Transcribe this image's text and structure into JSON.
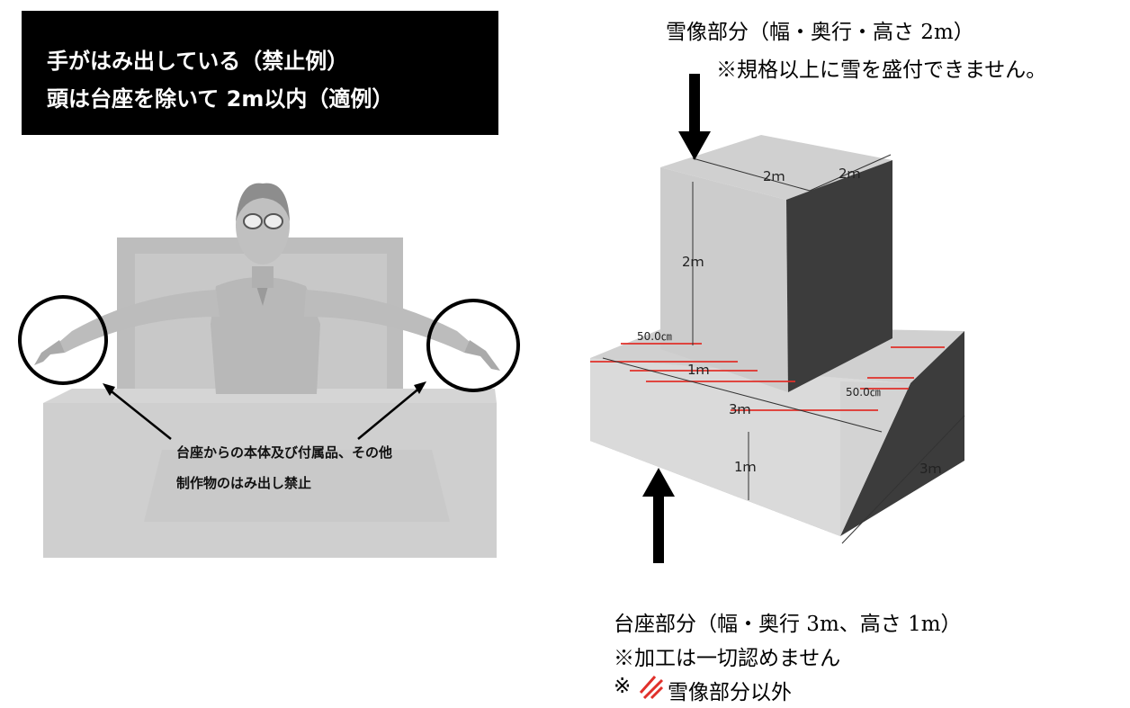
{
  "warning_box": {
    "line1": "手がはみ出している（禁止例）",
    "line2": "頭は台座を除いて 2m以内（適例）"
  },
  "left_figure": {
    "callout_line1": "台座からの本体及び付属品、その他",
    "callout_line2": "制作物のはみ出し禁止"
  },
  "snow_section": {
    "title": "雪像部分（幅・奥行・高さ 2m）",
    "note": "※規格以上に雪を盛付できません。"
  },
  "pedestal_section": {
    "title": "台座部分（幅・奥行 3m、高さ 1m）",
    "note1": "※加工は一切認めません",
    "note2_prefix": "※",
    "note2_text": "雪像部分以外"
  },
  "dimensions": {
    "top_width": "2ｍ",
    "top_depth": "2ｍ",
    "top_height": "2ｍ",
    "margin_left": "50.0㎝",
    "margin_right": "50.0㎝",
    "step_1m": "1ｍ",
    "base_width": "3ｍ",
    "base_height": "1ｍ",
    "base_depth": "3ｍ"
  },
  "colors": {
    "box_background": "#000000",
    "hatch_red": "#e0302a",
    "block_light": "#d9d9d9",
    "block_mid": "#a8a8a8",
    "block_dark": "#3c3c3c"
  }
}
